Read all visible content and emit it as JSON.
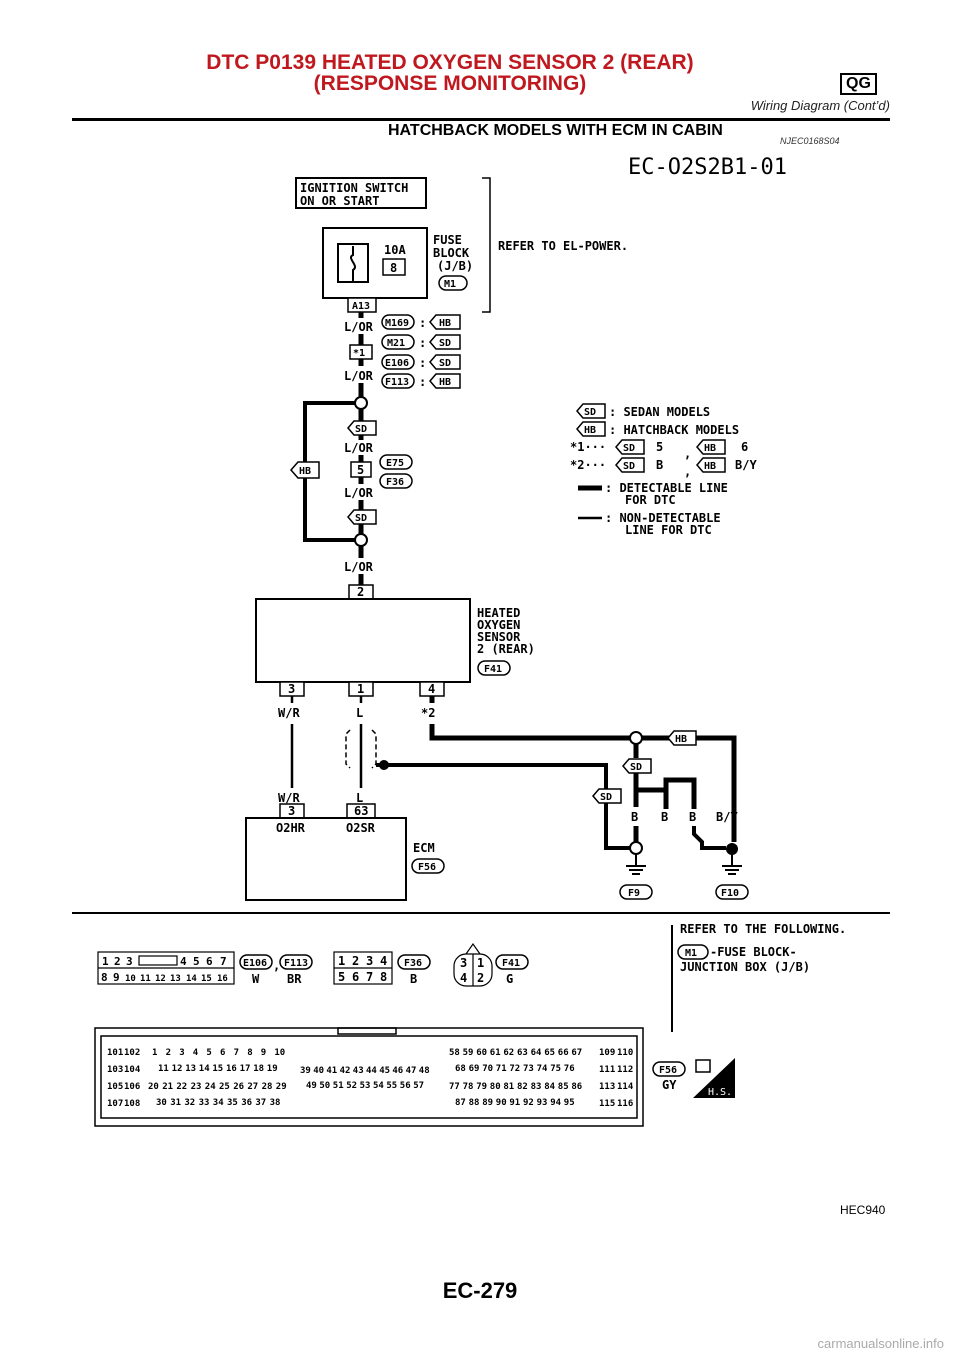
{
  "header": {
    "title_line1": "DTC P0139 HEATED OXYGEN SENSOR 2 (REAR)",
    "title_line2": "(RESPONSE MONITORING)",
    "badge": "QG",
    "subtitle": "Wiring Diagram (Cont’d)"
  },
  "section": {
    "title": "HATCHBACK MODELS WITH ECM IN CABIN",
    "code": "NJEC0168S04"
  },
  "diagram": {
    "id": "EC-O2S2B1-01",
    "ignition": [
      "IGNITION SWITCH",
      "ON OR START"
    ],
    "fuse": {
      "amp": "10A",
      "number": "8",
      "block": [
        "FUSE",
        "BLOCK",
        "(J/B)"
      ],
      "conn": "M1",
      "refer": "REFER TO EL-POWER."
    },
    "conn_a13": "A13",
    "wires": {
      "lor": "L/OR",
      "wr": "W/R",
      "l": "L",
      "b": "B",
      "by": "B/Y",
      "star2": "*2"
    },
    "joints": [
      {
        "conn": "M169",
        "tag": "HB"
      },
      {
        "conn": "M21",
        "tag": "SD"
      },
      {
        "conn": "E106",
        "tag": "SD"
      },
      {
        "conn": "F113",
        "tag": "HB"
      }
    ],
    "star1": "*1",
    "colon": ":",
    "pin5": "5",
    "e75": "E75",
    "f36": "F36",
    "sd": "SD",
    "hb": "HB",
    "legend": {
      "sd": ": SEDAN MODELS",
      "hb": ": HATCHBACK MODELS",
      "star1": "*1···",
      "star1_sd": "5",
      "star1_hb": "6",
      "star2": "*2···",
      "star2_sd": "B",
      "star2_hb": "B/Y",
      "comma": ",",
      "detect": [
        ": DETECTABLE LINE",
        "FOR DTC"
      ],
      "nondetect": [
        ": NON-DETECTABLE",
        "LINE FOR DTC"
      ]
    },
    "sensor": {
      "name": [
        "HEATED",
        "OXYGEN",
        "SENSOR",
        "2 (REAR)"
      ],
      "conn": "F41",
      "pin_top": "2",
      "pins": [
        "3",
        "1",
        "4"
      ]
    },
    "ecm": {
      "label": "ECM",
      "conn": "F56",
      "pin_left": "3",
      "pin_right": "63",
      "name_left": "O2HR",
      "name_right": "O2SR"
    },
    "grounds": [
      "F9",
      "F10"
    ]
  },
  "connectors": {
    "refer_title": "REFER TO THE FOLLOWING.",
    "refer_conn": "M1",
    "refer_desc": [
      "-FUSE BLOCK-",
      "JUNCTION BOX (J/B)"
    ],
    "c1": {
      "top": [
        "1",
        "2",
        "3",
        "4",
        "5",
        "6",
        "7"
      ],
      "bottom": [
        "8",
        "9",
        "10",
        "11",
        "12",
        "13",
        "14",
        "15",
        "16"
      ],
      "names": [
        "E106",
        "F113"
      ],
      "colors": [
        "W",
        "BR"
      ],
      "comma": ","
    },
    "c2": {
      "top": [
        "1",
        "2",
        "3",
        "4"
      ],
      "bottom": [
        "5",
        "6",
        "7",
        "8"
      ],
      "name": "F36",
      "color": "B"
    },
    "c3": {
      "top": [
        "3",
        "1"
      ],
      "bottom": [
        "4",
        "2"
      ],
      "name": "F41",
      "color": "G"
    },
    "ecm_conn": {
      "side_left": [
        "101",
        "102",
        "103",
        "104",
        "105",
        "106",
        "107",
        "108"
      ],
      "side_right": [
        "109",
        "110",
        "111",
        "112",
        "113",
        "114",
        "115",
        "116"
      ],
      "r1": [
        "1",
        "2",
        "3",
        "4",
        "5",
        "6",
        "7",
        "8",
        "9",
        "10"
      ],
      "r2": [
        "11",
        "12",
        "13",
        "14",
        "15",
        "16",
        "17",
        "18",
        "19"
      ],
      "r3": [
        "20",
        "21",
        "22",
        "23",
        "24",
        "25",
        "26",
        "27",
        "28",
        "29"
      ],
      "r4": [
        "30",
        "31",
        "32",
        "33",
        "34",
        "35",
        "36",
        "37",
        "38"
      ],
      "m1": [
        "39",
        "40",
        "41",
        "42",
        "43",
        "44",
        "45",
        "46",
        "47",
        "48"
      ],
      "m2": [
        "49",
        "50",
        "51",
        "52",
        "53",
        "54",
        "55",
        "56",
        "57"
      ],
      "s1": [
        "58",
        "59",
        "60",
        "61",
        "62",
        "63",
        "64",
        "65",
        "66",
        "67"
      ],
      "s2": [
        "68",
        "69",
        "70",
        "71",
        "72",
        "73",
        "74",
        "75",
        "76"
      ],
      "s3": [
        "77",
        "78",
        "79",
        "80",
        "81",
        "82",
        "83",
        "84",
        "85",
        "86"
      ],
      "s4": [
        "87",
        "88",
        "89",
        "90",
        "91",
        "92",
        "93",
        "94",
        "95"
      ],
      "name": "F56",
      "color": "GY",
      "hs": "H.S."
    }
  },
  "footer": {
    "fig_id": "HEC940",
    "page": "EC-279",
    "watermark": "carmanualsonline.info"
  }
}
